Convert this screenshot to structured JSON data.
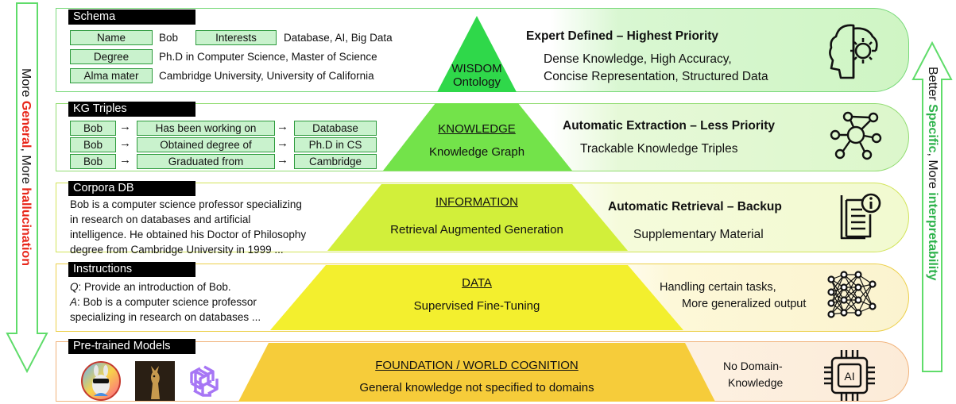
{
  "left_axis": {
    "prefix": "More ",
    "general": "General",
    "middle": ", More ",
    "hallucination": "hallucination"
  },
  "right_axis": {
    "prefix": "Better ",
    "specific": "Specific",
    "middle": ", More ",
    "interpretability": "interpretability"
  },
  "colors": {
    "wisdom": "#2fd84a",
    "knowledge": "#73e34a",
    "information": "#d2ef3a",
    "data": "#f3ef2e",
    "foundation": "#f6cc3a",
    "arrow_green": "#5fdc6a",
    "emphasis_red": "#e8261a",
    "emphasis_green": "#2cb24a"
  },
  "schema": {
    "header": "Schema",
    "name_key": "Name",
    "name_val": "Bob",
    "interests_key": "Interests",
    "interests_val": "Database, AI, Big Data",
    "degree_key": "Degree",
    "degree_val": "Ph.D in Computer Science, Master of Science",
    "alma_key": "Alma mater",
    "alma_val": "Cambridge University, University of California"
  },
  "kg": {
    "header": "KG Triples",
    "triples": [
      {
        "s": "Bob",
        "p": "Has been working on",
        "o": "Database"
      },
      {
        "s": "Bob",
        "p": "Obtained degree of",
        "o": "Ph.D in CS"
      },
      {
        "s": "Bob",
        "p": "Graduated from",
        "o": "Cambridge"
      }
    ]
  },
  "corpora": {
    "header": "Corpora DB",
    "lines": [
      "Bob is a computer science professor specializing",
      "in research on databases and artificial",
      "intelligence. He obtained his Doctor of Philosophy",
      "degree from Cambridge University in 1999 ..."
    ]
  },
  "instructions": {
    "header": "Instructions",
    "q_label": "Q",
    "q_text": ": Provide an introduction of Bob.",
    "a_label": "A",
    "a_text": ": Bob is a computer science professor",
    "a_text2": "specializing in research on databases ..."
  },
  "pretrained": {
    "header": "Pre-trained Models"
  },
  "layers": {
    "wisdom": {
      "title": "WISDOM",
      "sub": "Ontology",
      "bold": "Expert Defined – Highest Priority",
      "line1": "Dense Knowledge, High Accuracy,",
      "line2": "Concise Representation, Structured Data",
      "icon": "brain-gear-icon"
    },
    "knowledge": {
      "title": "KNOWLEDGE",
      "sub": "Knowledge Graph",
      "bold": "Automatic Extraction – Less Priority",
      "line1": "Trackable Knowledge Triples",
      "icon": "network-graph-icon"
    },
    "information": {
      "title": "INFORMATION",
      "sub": "Retrieval Augmented Generation",
      "bold": "Automatic Retrieval – Backup",
      "line1": "Supplementary Material",
      "icon": "document-info-icon"
    },
    "data": {
      "title": "DATA",
      "sub": "Supervised Fine-Tuning",
      "line1": "Handling certain tasks,",
      "line2": "More generalized output",
      "icon": "neural-network-icon"
    },
    "foundation": {
      "title": "FOUNDATION / WORLD COGNITION",
      "sub": "General knowledge not specified to domains",
      "line1": "No Domain-",
      "line2": "Knowledge",
      "icon": "ai-chip-icon",
      "chip_label": "AI"
    }
  }
}
